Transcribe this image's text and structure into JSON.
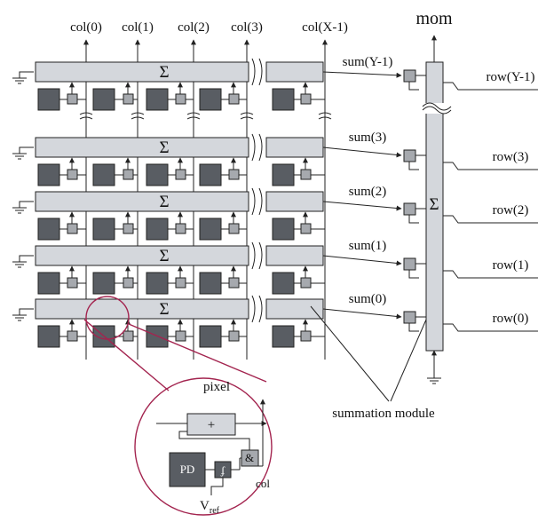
{
  "title": "mom",
  "columns": [
    "col(0)",
    "col(1)",
    "col(2)",
    "col(3)",
    "col(X-1)"
  ],
  "rows": [
    {
      "sum": "sum(Y-1)",
      "row": "row(Y-1)"
    },
    {
      "sum": "sum(3)",
      "row": "row(3)"
    },
    {
      "sum": "sum(2)",
      "row": "row(2)"
    },
    {
      "sum": "sum(1)",
      "row": "row(1)"
    },
    {
      "sum": "sum(0)",
      "row": "row(0)"
    }
  ],
  "sigma": "Σ",
  "summation_label": "summation module",
  "pixel": {
    "title": "pixel",
    "pd": "PD",
    "adder": "+",
    "and": "&",
    "vref_main": "V",
    "vref_sub": "ref",
    "col": "col"
  }
}
